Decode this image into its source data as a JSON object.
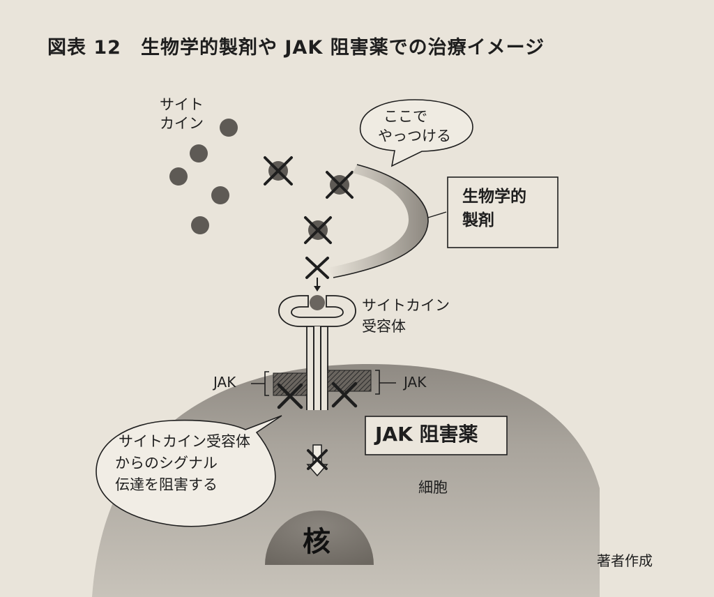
{
  "title": "図表 12　生物学的製剤や JAK 阻害薬での治療イメージ",
  "labels": {
    "cytokine_line1": "サイト",
    "cytokine_line2": "カイン",
    "bubble_top_line1": "ここで",
    "bubble_top_line2": "やっつける",
    "biologic_line1": "生物学的",
    "biologic_line2": "製剤",
    "receptor_line1": "サイトカイン",
    "receptor_line2": "受容体",
    "jak_left": "JAK",
    "jak_right": "JAK",
    "jak_inhibitor": "JAK 阻害薬",
    "bubble_bottom_line1": "サイトカイン受容体",
    "bubble_bottom_line2": "からのシグナル",
    "bubble_bottom_line3": "伝達を阻害する",
    "cell": "細胞",
    "nucleus": "核",
    "credit": "著者作成"
  },
  "colors": {
    "background": "#e9e4da",
    "cell": "#9a958d",
    "nucleus": "#7a756e",
    "cytokine": "#5e5a55",
    "ink": "#1e1e1e"
  }
}
